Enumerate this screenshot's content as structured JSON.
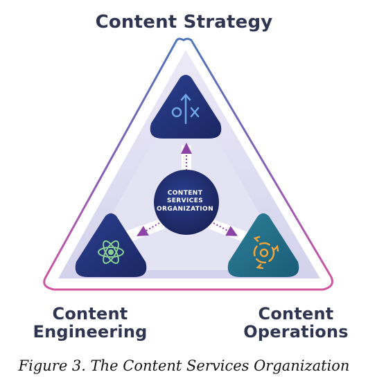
{
  "labels": {
    "top": "Content Strategy",
    "left": [
      "Content",
      "Engineering"
    ],
    "right": [
      "Content",
      "Operations"
    ],
    "center": [
      "CONTENT",
      "SERVICES",
      "ORGANIZATION"
    ]
  },
  "caption": "Figure 3. The Content Services Organization",
  "colors": {
    "outline_top": "#4f76b8",
    "outline_bottom": "#d1579e",
    "panel": "#dbdaf0",
    "node_dark": "#1f2f73",
    "node_teal": "#1e6f86",
    "arrow": "#8b43a6",
    "label_text": "#2f3550"
  },
  "icons": {
    "top": "strategy-o-arrow-x-icon",
    "left": "atom-icon",
    "right": "recycle-cycle-icon"
  }
}
